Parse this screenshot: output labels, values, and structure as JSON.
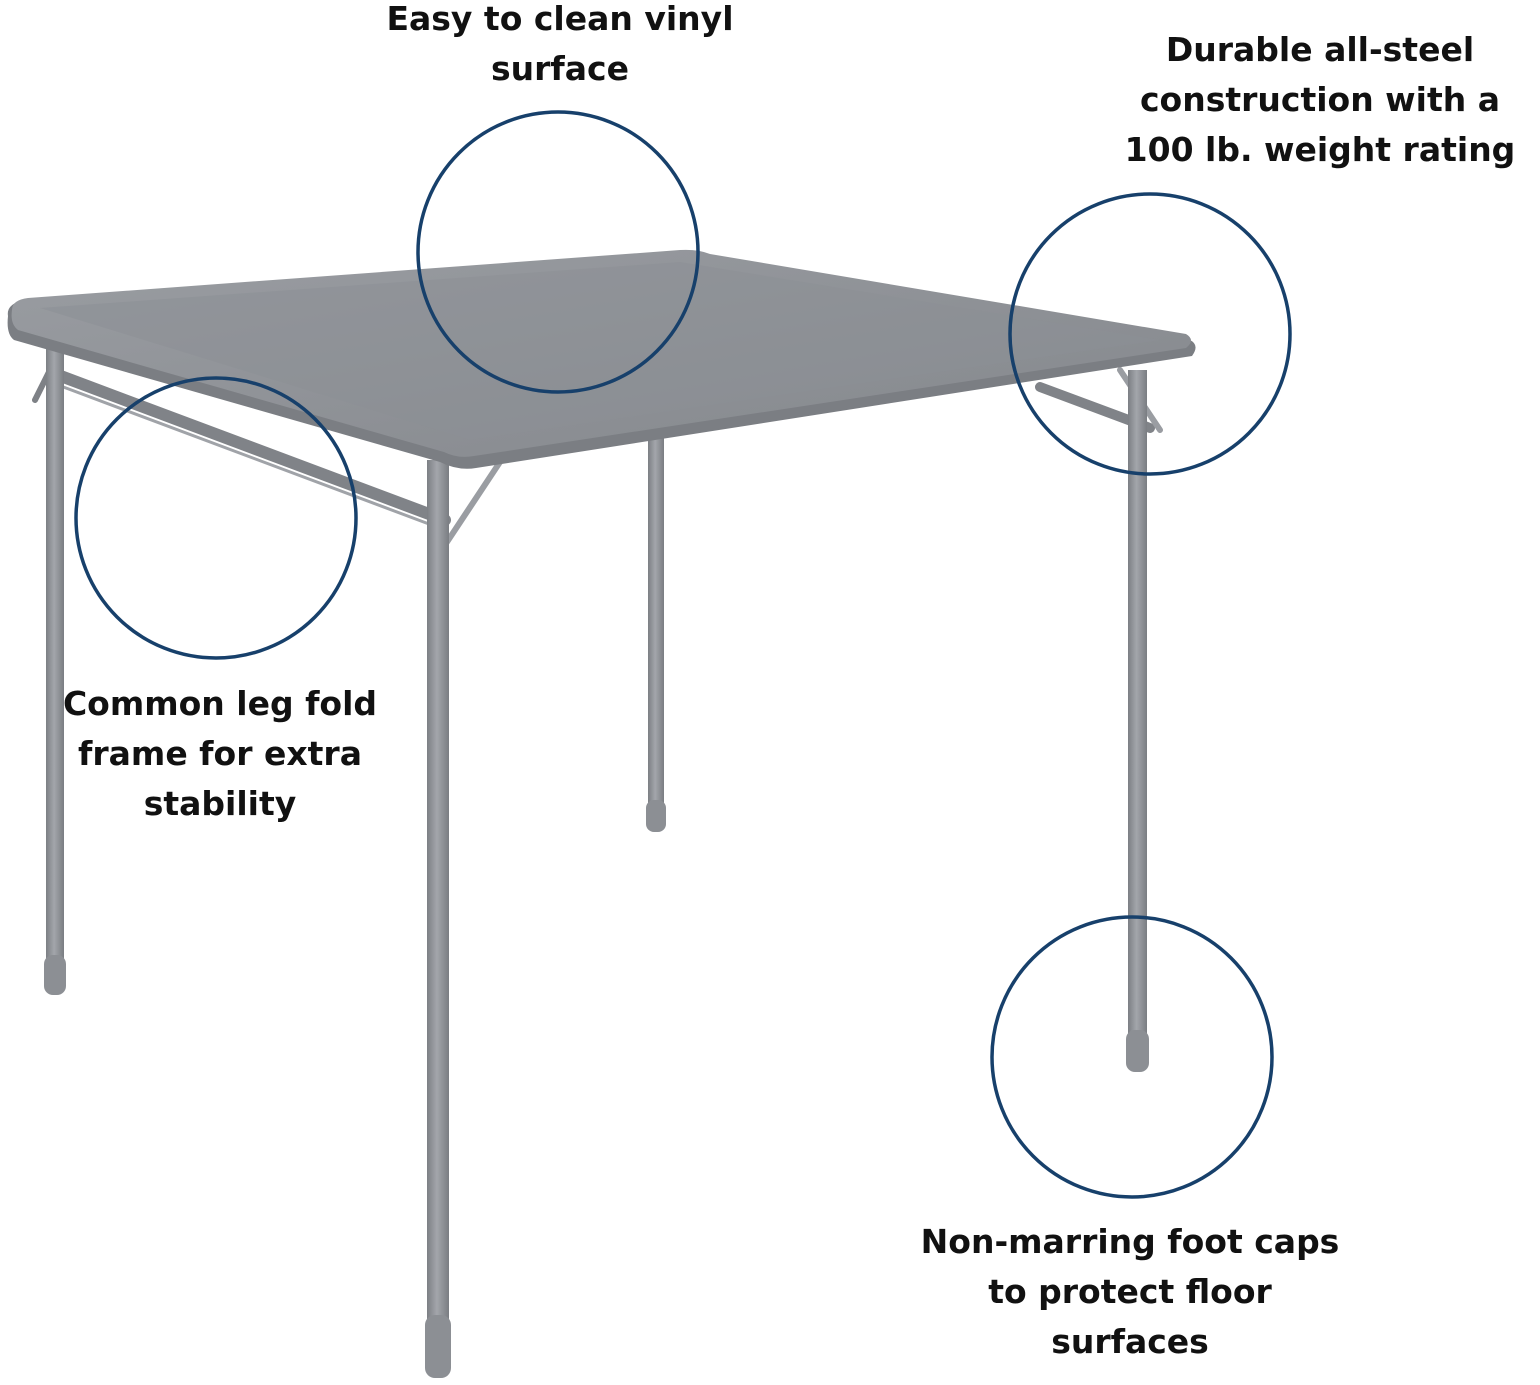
{
  "product": {
    "name": "square folding card table",
    "colors": {
      "table": "#8a8d92",
      "table_dark": "#6f7277",
      "table_light": "#a4a7ac",
      "circle": "#17406b",
      "text": "#111111",
      "background": "#ffffff"
    }
  },
  "callouts": [
    {
      "id": "surface",
      "text": "Easy to clean vinyl\nsurface"
    },
    {
      "id": "steel",
      "text": "Durable all-steel\nconstruction with a\n100 lb. weight rating"
    },
    {
      "id": "frame",
      "text": "Common leg fold\nframe for extra\nstability"
    },
    {
      "id": "feet",
      "text": "Non-marring foot caps\nto protect floor\nsurfaces"
    }
  ]
}
